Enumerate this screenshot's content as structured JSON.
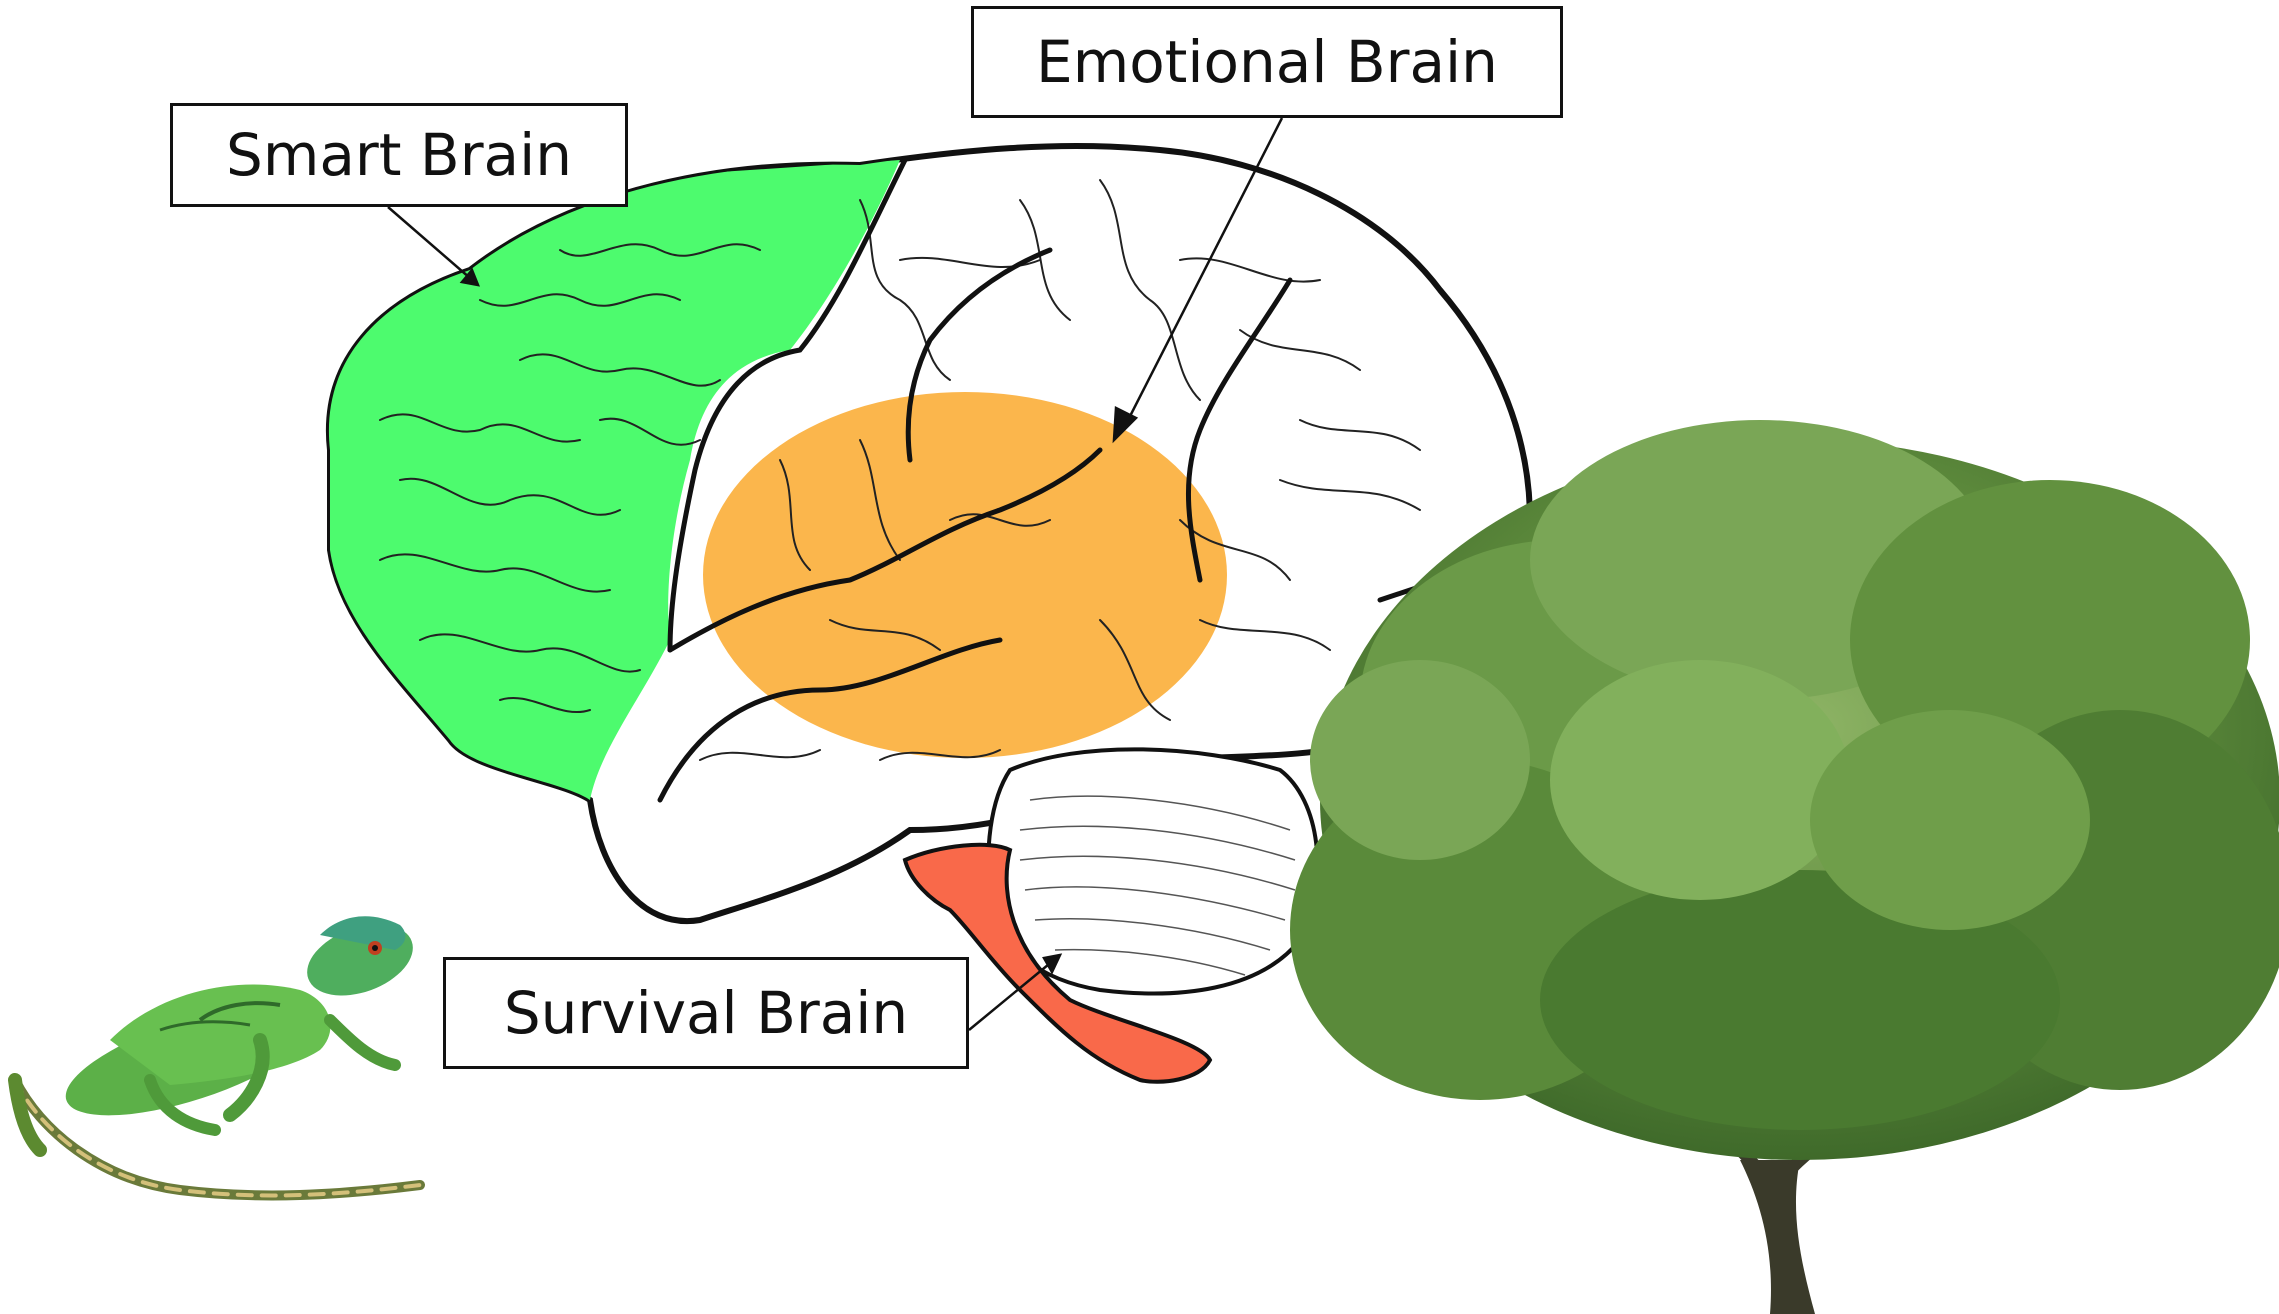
{
  "labels": {
    "smart": "Smart Brain",
    "emotional": "Emotional Brain",
    "survival": "Survival Brain"
  },
  "colors": {
    "smart_region": "#4dfb6e",
    "emotional_region": "#fbb64c",
    "survival_region": "#f9694a",
    "outline": "#111111",
    "tree_foliage": "#5a8a3a",
    "tree_trunk": "#3a3a2a",
    "lizard_body": "#5cb048"
  },
  "icons": {
    "lizard": "lizard-icon",
    "tree": "tree-icon"
  }
}
